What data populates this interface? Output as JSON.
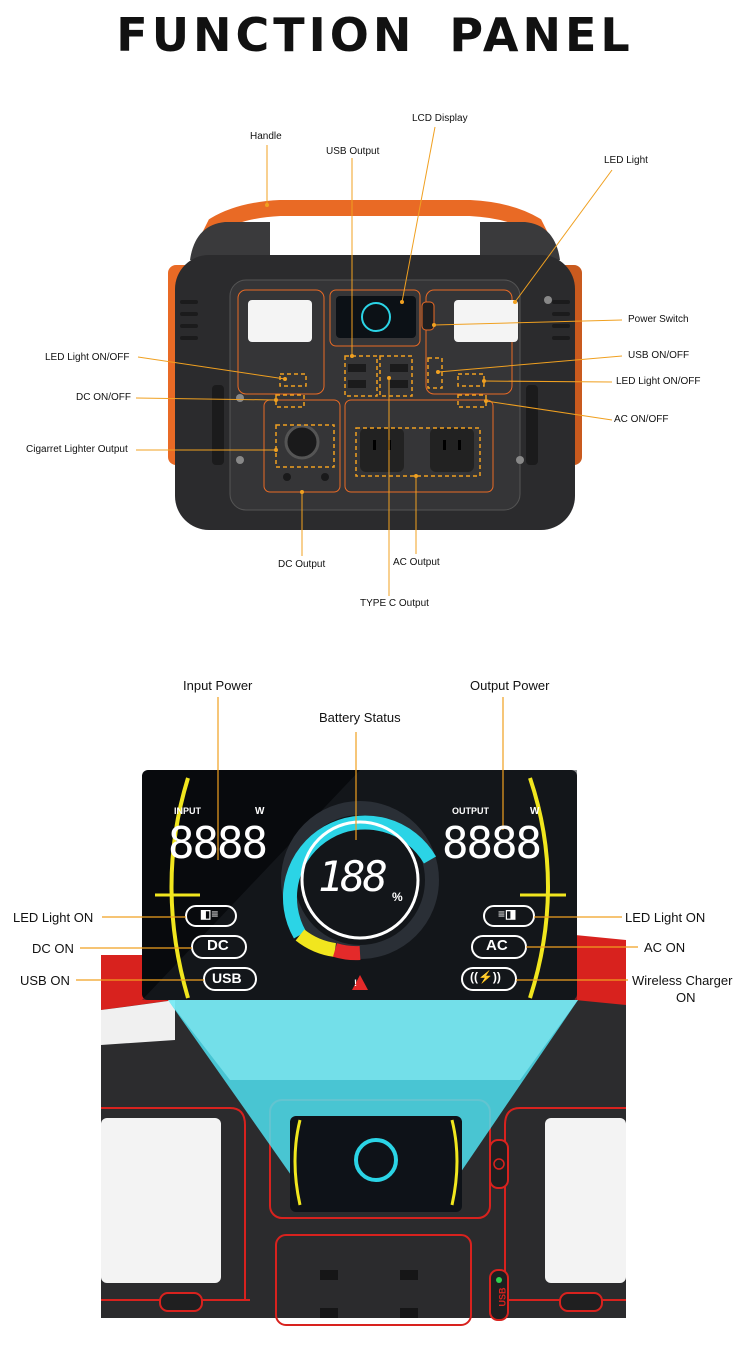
{
  "title": "FUNCTION PANEL",
  "top_callouts": {
    "handle": "Handle",
    "lcd_display": "LCD Display",
    "usb_output": "USB Output",
    "led_light": "LED Light",
    "power_switch": "Power Switch",
    "led_onoff_left": "LED Light ON/OFF",
    "usb_onoff": "USB ON/OFF",
    "led_onoff_right": "LED Light ON/OFF",
    "dc_onoff": "DC ON/OFF",
    "ac_onoff": "AC ON/OFF",
    "cig_output": "Cigarret Lighter Output",
    "dc_output": "DC Output",
    "ac_output": "AC Output",
    "typec_output": "TYPE C Output"
  },
  "bottom_callouts": {
    "input_power": "Input Power",
    "battery_status": "Battery Status",
    "output_power": "Output Power",
    "led_on_left": "LED Light ON",
    "dc_on": "DC ON",
    "usb_on": "USB ON",
    "led_on_right": "LED Light ON",
    "ac_on": "AC ON",
    "wireless_line1": "Wireless Charger",
    "wireless_line2": "ON"
  },
  "lcd": {
    "input_label": "INPUT",
    "output_label": "OUTPUT",
    "unit": "W",
    "input_digits": "8888",
    "output_digits": "8888",
    "battery_digits": "188",
    "percent": "%",
    "dc_badge": "DC",
    "usb_badge": "USB",
    "ac_badge": "AC",
    "usb_port_label": "USB"
  },
  "colors": {
    "accent_orange": "#e96a25",
    "callout_line": "#f0a020",
    "lcd_cyan": "#2bd4e6",
    "lcd_yellow": "#f1e61e",
    "lcd_red": "#e42a2a",
    "panel_red": "#d8221e"
  }
}
